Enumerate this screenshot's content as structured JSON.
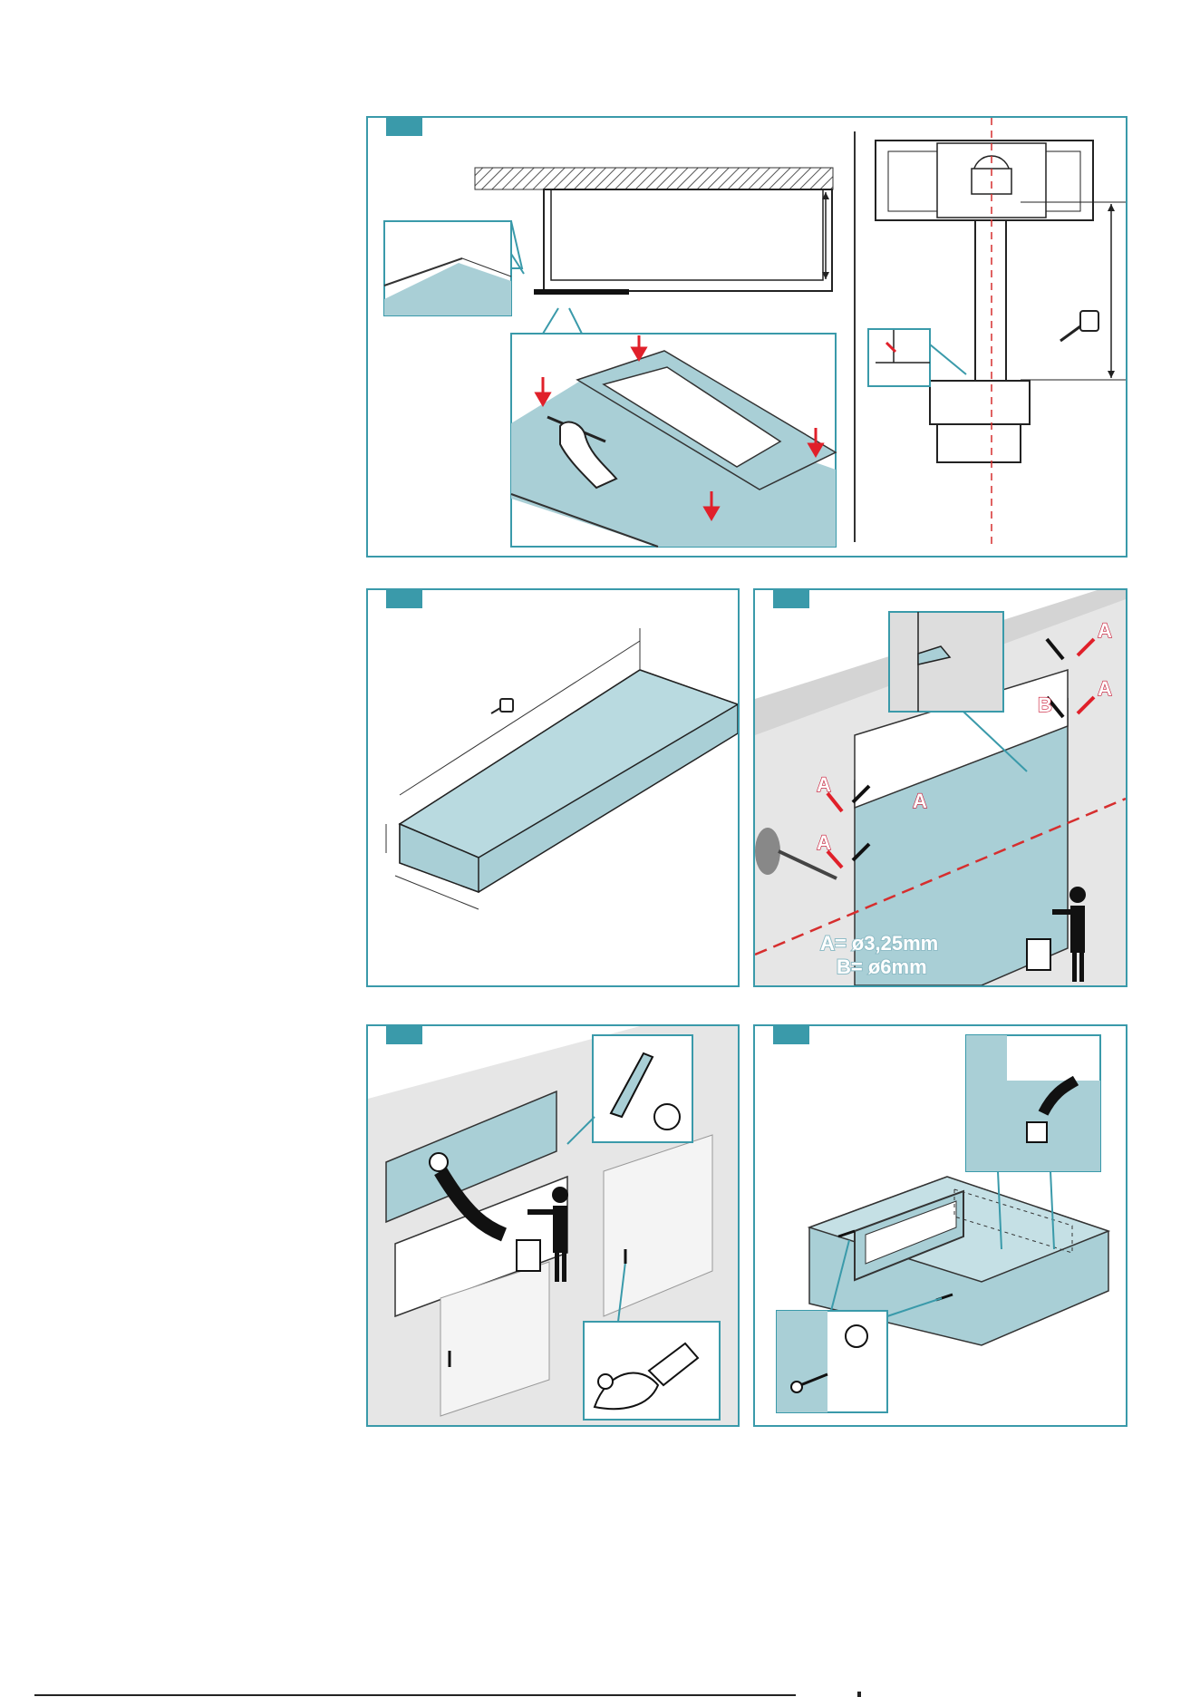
{
  "document": {
    "type": "installation-instructions-illustration-page",
    "accent_color": "#3a9aaa",
    "panel_fill": "#a9cfd6",
    "arrow_red": "#e0202a",
    "dash_red": "#d62e2e"
  },
  "steps": [
    {
      "id": "step-1",
      "badge": ""
    },
    {
      "id": "step-2",
      "badge": ""
    },
    {
      "id": "step-3",
      "badge": ""
    },
    {
      "id": "step-4",
      "badge": ""
    },
    {
      "id": "step-5",
      "badge": ""
    }
  ],
  "step3": {
    "hole_label_a": "A",
    "hole_label_b": "B",
    "spec_a": "A= ø3,25mm",
    "spec_b": "B= ø6mm"
  },
  "icons": [
    "tape-measure-icon",
    "pencil-hand-icon",
    "drill-icon",
    "trash-bin-icon",
    "person-pointing-icon",
    "utility-knife-icon",
    "glue-brush-icon",
    "screw-icon",
    "rotate-arrow-icon"
  ]
}
